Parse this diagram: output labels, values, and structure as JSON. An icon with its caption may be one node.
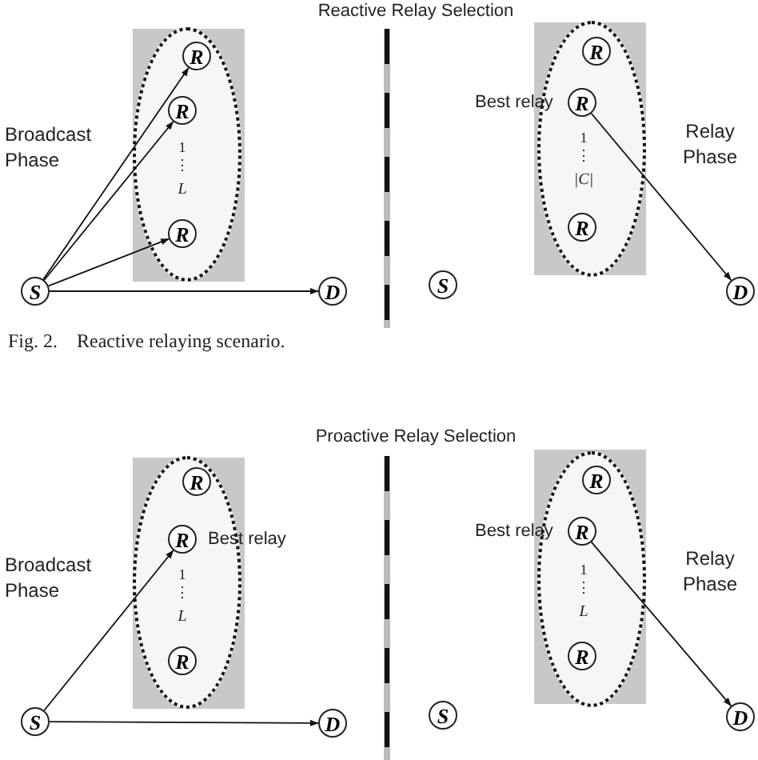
{
  "diagram": {
    "caption": "Fig. 2.    Reactive relaying scenario.",
    "nodes": [
      {
        "text": [],
        "shape": "ellipse"
      },
      {
        "text": [
          "R"
        ],
        "in": 0
      },
      {
        "text": [
          "R"
        ],
        "in": 0
      },
      {
        "text": [
          "R"
        ],
        "in": 0
      },
      {
        "text": [
          "S"
        ]
      },
      {
        "text": [
          "D"
        ]
      },
      {
        "text": [],
        "shape": "ellipse"
      },
      {
        "text": [
          "R"
        ],
        "in": 6
      },
      {
        "text": [
          "R"
        ],
        "in": 6,
        "beside": [
          "Best relay"
        ]
      },
      {
        "text": [
          "R"
        ],
        "in": 6
      },
      {
        "text": [
          "S"
        ]
      },
      {
        "text": [
          "D"
        ]
      },
      {
        "text": [],
        "shape": "ellipse"
      },
      {
        "text": [
          "R"
        ],
        "in": 12
      },
      {
        "text": [
          "R"
        ],
        "in": 12,
        "beside": [
          "Best relay"
        ]
      },
      {
        "text": [
          "R"
        ],
        "in": 12
      },
      {
        "text": [
          "S"
        ]
      },
      {
        "text": [
          "D"
        ]
      },
      {
        "text": [],
        "shape": "ellipse"
      },
      {
        "text": [
          "R"
        ],
        "in": 18
      },
      {
        "text": [
          "R"
        ],
        "in": 18,
        "beside": [
          "Best relay"
        ]
      },
      {
        "text": [
          "R"
        ],
        "in": 18
      },
      {
        "text": [
          "S"
        ]
      },
      {
        "text": [
          "D"
        ]
      }
    ],
    "edges": [
      {
        "from": 4,
        "to": 1,
        "arrow": "to"
      },
      {
        "from": 4,
        "to": 2,
        "arrow": "to"
      },
      {
        "from": 4,
        "to": 3,
        "arrow": "to"
      },
      {
        "from": 4,
        "to": 5,
        "arrow": "to"
      },
      {
        "from": 8,
        "to": 11,
        "arrow": "to"
      },
      {
        "from": 16,
        "to": 14,
        "arrow": "to"
      },
      {
        "from": 16,
        "to": 17,
        "arrow": "to"
      },
      {
        "from": 20,
        "to": 23,
        "arrow": "to"
      }
    ],
    "labels": [
      "Reactive Relay Selection",
      "Broadcast Phase",
      "1",
      "⋮",
      "L",
      "1",
      "⋮",
      "|C|",
      "Relay Phase",
      "Proactive Relay Selection",
      "Broadcast Phase",
      "1",
      "⋮",
      "L",
      "Relay Phase",
      "1",
      "⋮",
      "L"
    ]
  }
}
